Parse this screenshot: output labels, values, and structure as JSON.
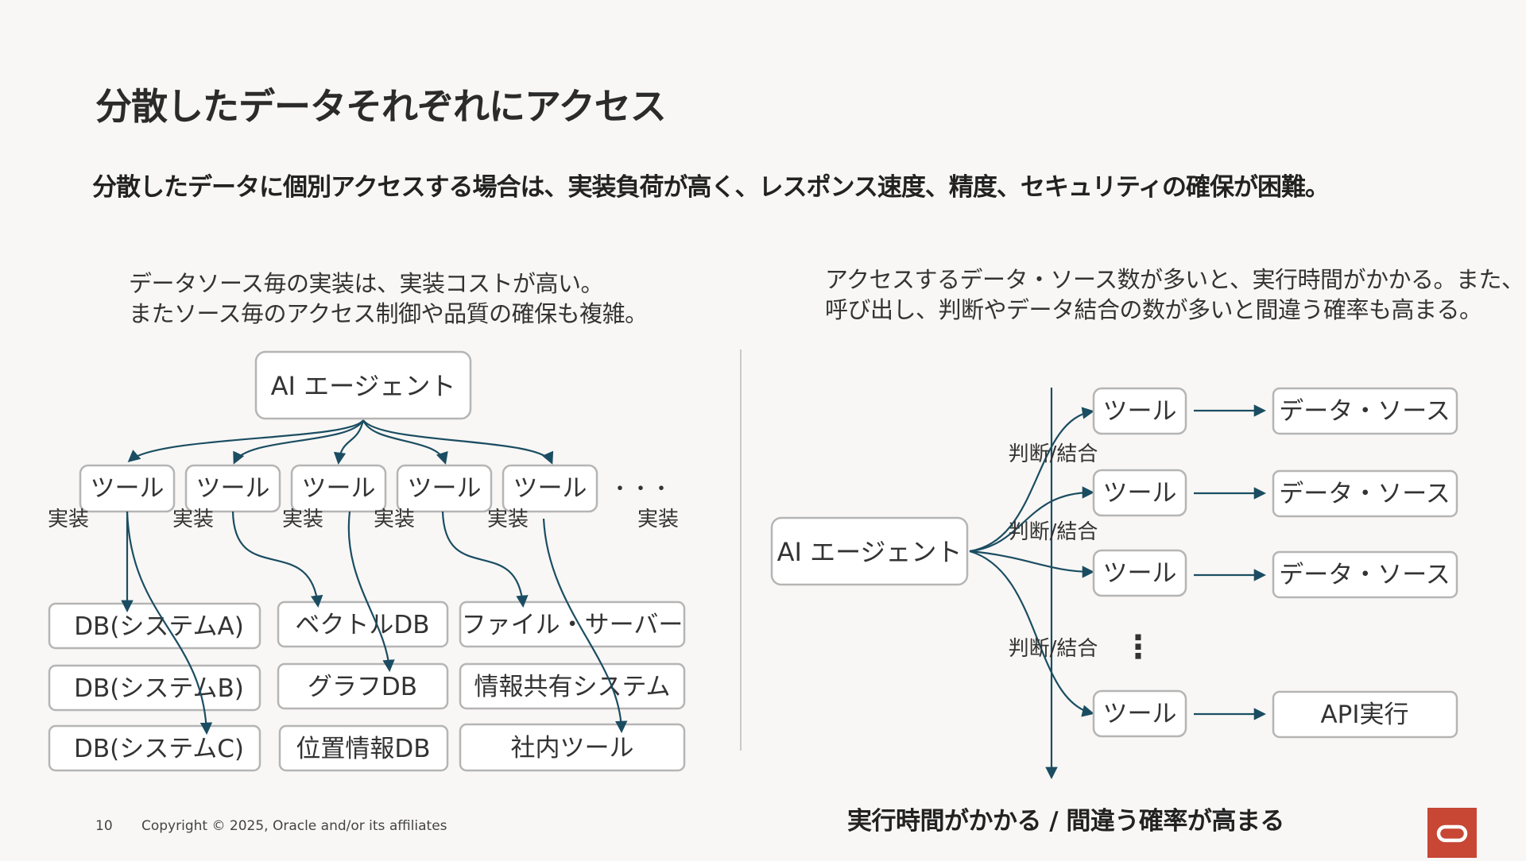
{
  "title": "分散したデータそれぞれにアクセス",
  "subtitle": "分散したデータに個別アクセスする場合は、実装負荷が高く、レスポンス速度、精度、セキュリティの確保が困難。",
  "left": {
    "desc_line1": "データソース毎の実装は、実装コストが高い。",
    "desc_line2": "またソース毎のアクセス制御や品質の確保も複雑。",
    "agent": "AI エージェント",
    "tools": [
      "ツール",
      "ツール",
      "ツール",
      "ツール",
      "ツール"
    ],
    "ellipsis": "・・・",
    "impl_labels": [
      "実装",
      "実装",
      "実装",
      "実装",
      "実装",
      "実装"
    ],
    "sources_col1": [
      "DB(システムA)",
      "DB(システムB)",
      "DB(システムC)"
    ],
    "sources_col2": [
      "ベクトルDB",
      "グラフDB",
      "位置情報DB"
    ],
    "sources_col3": [
      "ファイル・サーバー",
      "情報共有システム",
      "社内ツール"
    ]
  },
  "right": {
    "desc_line1": "アクセスするデータ・ソース数が多いと、実行時間がかかる。また、",
    "desc_line2": "呼び出し、判断やデータ結合の数が多いと間違う確率も高まる。",
    "agent": "AI エージェント",
    "tools": [
      "ツール",
      "ツール",
      "ツール",
      "ツール"
    ],
    "targets": [
      "データ・ソース",
      "データ・ソース",
      "データ・ソース",
      "API実行"
    ],
    "judge_labels": [
      "判断/結合",
      "判断/結合",
      "判断/結合"
    ],
    "vertical_ellipsis": "⋮"
  },
  "bottom_caption": "実行時間がかかる / 間違う確率が高まる",
  "footer": {
    "page_number": "10",
    "copyright": "Copyright © 2025, Oracle and/or its affiliates"
  },
  "colors": {
    "accent": "#1b4d62",
    "logo": "#c74634",
    "background": "#f8f7f5"
  }
}
